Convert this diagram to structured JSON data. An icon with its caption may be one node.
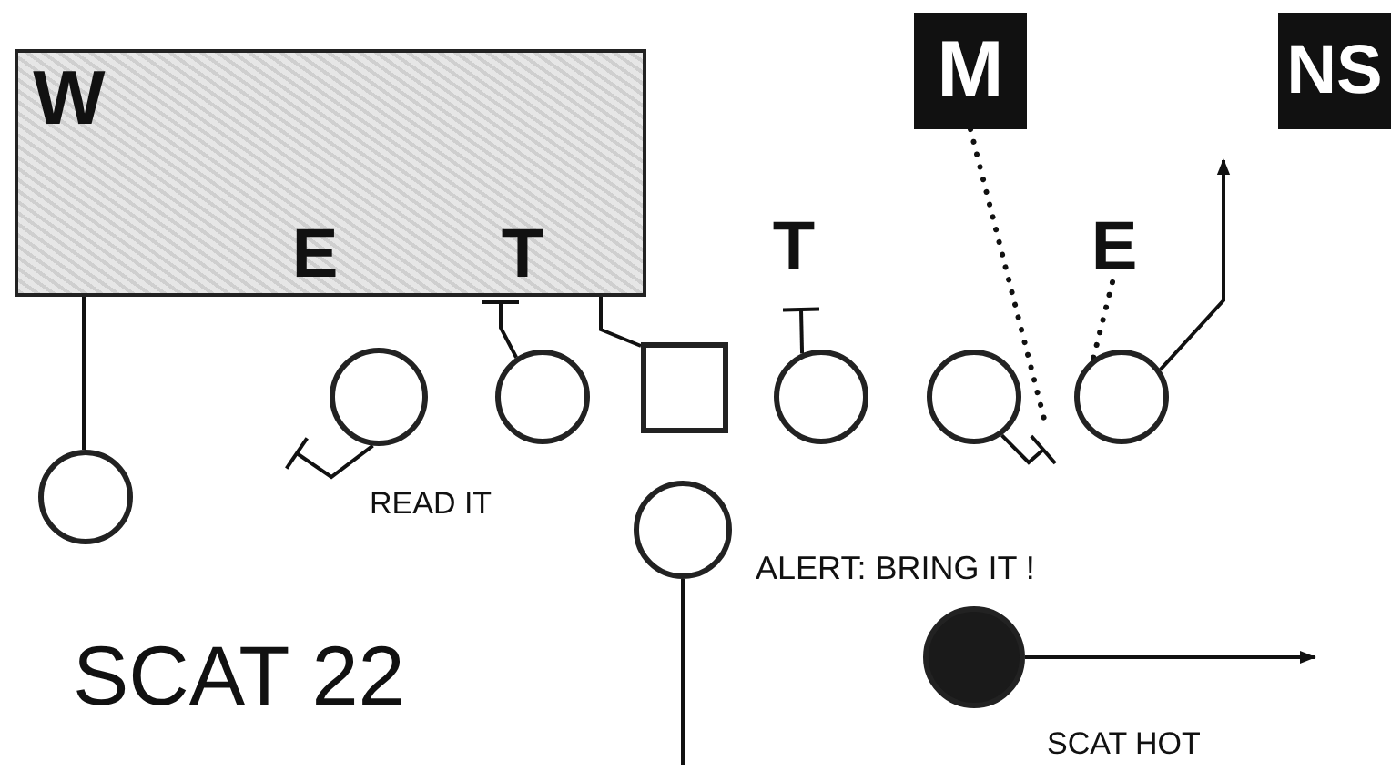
{
  "diagram": {
    "title": "SCAT 22",
    "nodes": [
      {
        "text": [],
        "shape": "box"
      },
      {
        "text": [
          "W"
        ],
        "in": 0
      },
      {
        "text": [
          "E"
        ],
        "in": 0
      },
      {
        "text": [
          "T"
        ],
        "in": 0
      },
      {
        "text": [
          "T"
        ]
      },
      {
        "text": [
          "M"
        ]
      },
      {
        "text": [
          "E"
        ]
      },
      {
        "text": [
          "NS"
        ]
      },
      {
        "text": [],
        "shape": "circle"
      },
      {
        "text": [],
        "shape": "circle"
      },
      {
        "text": [],
        "shape": "circle"
      },
      {
        "text": [],
        "shape": "box"
      },
      {
        "text": [],
        "shape": "circle"
      },
      {
        "text": [],
        "shape": "circle"
      },
      {
        "text": [],
        "shape": "circle"
      },
      {
        "text": [],
        "shape": "circle"
      },
      {
        "text": [],
        "shape": "circle"
      }
    ],
    "edges": [
      {
        "from": 8,
        "to": 1,
        "arrow": "to"
      },
      {
        "from": 9,
        "to": null,
        "arrow": "other"
      },
      {
        "from": 10,
        "to": 3,
        "arrow": "other"
      },
      {
        "from": 11,
        "to": 0,
        "arrow": "none"
      },
      {
        "from": 12,
        "to": 4,
        "arrow": "other"
      },
      {
        "from": 13,
        "to": null,
        "arrow": "other"
      },
      {
        "from": 5,
        "to": null,
        "arrow": "none",
        "style": "dashed"
      },
      {
        "from": 6,
        "to": 14,
        "arrow": "none",
        "style": "dashed"
      },
      {
        "from": 14,
        "to": null,
        "arrow": "to"
      },
      {
        "from": 15,
        "to": null,
        "arrow": "none"
      },
      {
        "from": 16,
        "to": null,
        "arrow": "to"
      }
    ],
    "labels": [
      "READ IT",
      "ALERT: BRING IT !",
      "SCAT HOT"
    ]
  }
}
